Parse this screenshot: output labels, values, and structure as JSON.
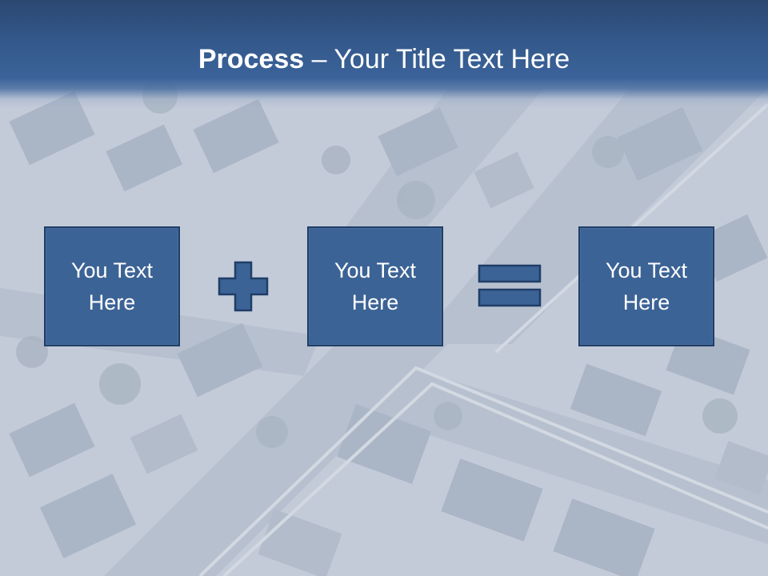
{
  "slide": {
    "title_bold": "Process",
    "title_rest": " – Your Title Text Here",
    "boxes": [
      {
        "text": "You Text\nHere"
      },
      {
        "text": "You Text\nHere"
      },
      {
        "text": "You Text\nHere"
      }
    ],
    "operators": [
      "plus-sign",
      "equals-sign"
    ]
  },
  "colors": {
    "header": "#34598b",
    "box_fill": "#3c6395",
    "box_border": "#1f3d66",
    "text": "#ffffff"
  }
}
